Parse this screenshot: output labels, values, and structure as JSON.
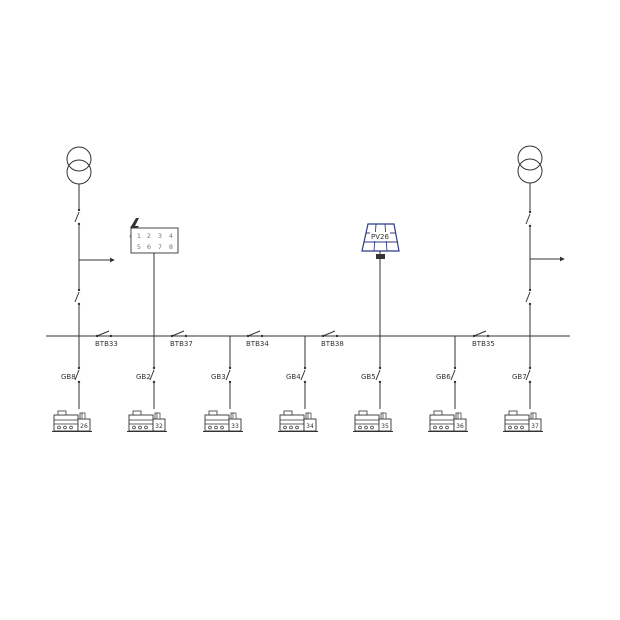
{
  "diagram": {
    "transformers": [
      {
        "id": "T1",
        "icon": "transformer-icon"
      },
      {
        "id": "T2",
        "icon": "transformer-icon"
      }
    ],
    "meter": {
      "icon": "lightning-icon",
      "numbers": [
        "1",
        "2",
        "3",
        "4",
        "5",
        "6",
        "7",
        "8"
      ]
    },
    "pv": {
      "label": "PV26",
      "icon": "solar-panel-icon"
    },
    "bus_tie_breakers": [
      "BTB33",
      "BTB37",
      "BTB34",
      "BTB38",
      "BTB35"
    ],
    "generator_breakers": [
      "GB8",
      "GB2",
      "GB3",
      "GB4",
      "GB5",
      "GB6",
      "GB7"
    ],
    "generators": [
      {
        "number": "26",
        "icon": "generator-icon"
      },
      {
        "number": "32",
        "icon": "generator-icon"
      },
      {
        "number": "33",
        "icon": "generator-icon"
      },
      {
        "number": "34",
        "icon": "generator-icon"
      },
      {
        "number": "35",
        "icon": "generator-icon"
      },
      {
        "number": "36",
        "icon": "generator-icon"
      },
      {
        "number": "37",
        "icon": "generator-icon"
      }
    ],
    "colors": {
      "line": "#333333",
      "text": "#333333",
      "panel": "#2f3b86"
    }
  }
}
